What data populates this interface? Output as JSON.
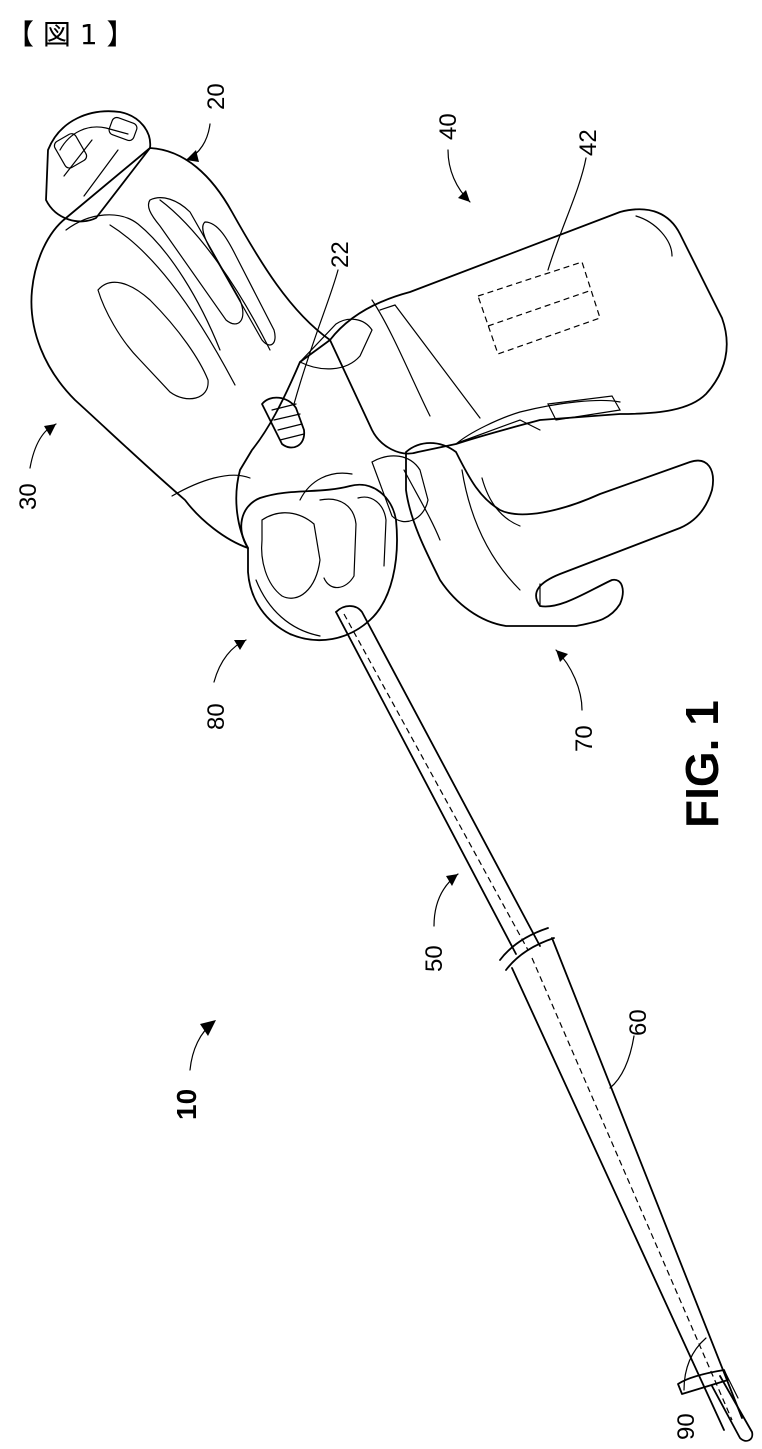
{
  "header": {
    "text": "【 図 1 】"
  },
  "figure": {
    "caption": "FIG. 1"
  },
  "labels": {
    "device": "10",
    "handle_back": "20",
    "switch": "22",
    "housing": "30",
    "grip_housing": "40",
    "battery": "42",
    "shaft_assembly": "50",
    "tube": "60",
    "trigger": "70",
    "knob": "80",
    "end_effector": "90"
  }
}
